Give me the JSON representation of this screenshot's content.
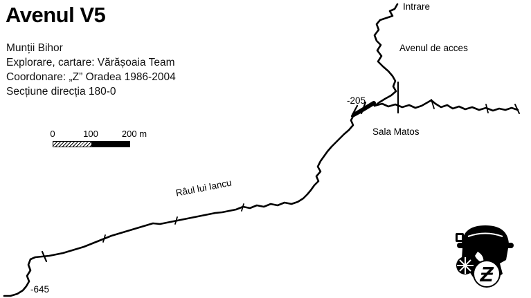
{
  "title": "Avenul V5",
  "info_lines": [
    "Munții Bihor",
    "Explorare, cartare: Vărășoaia Team",
    "Coordonare: „Z” Oradea 1986-2004",
    "Secțiune direcția 180-0"
  ],
  "scale": {
    "ticks": [
      "0",
      "100",
      "200 m"
    ]
  },
  "map_labels": {
    "entrance": "Intrare",
    "access_shaft": "Avenul de acces",
    "depth_205": "-205",
    "sala_matos": "Sala Matos",
    "river": "Râul lui Iancu",
    "depth_645": "-645"
  },
  "logo": {
    "letter": "Ƶ"
  },
  "colors": {
    "ink": "#000000",
    "background": "#ffffff"
  }
}
